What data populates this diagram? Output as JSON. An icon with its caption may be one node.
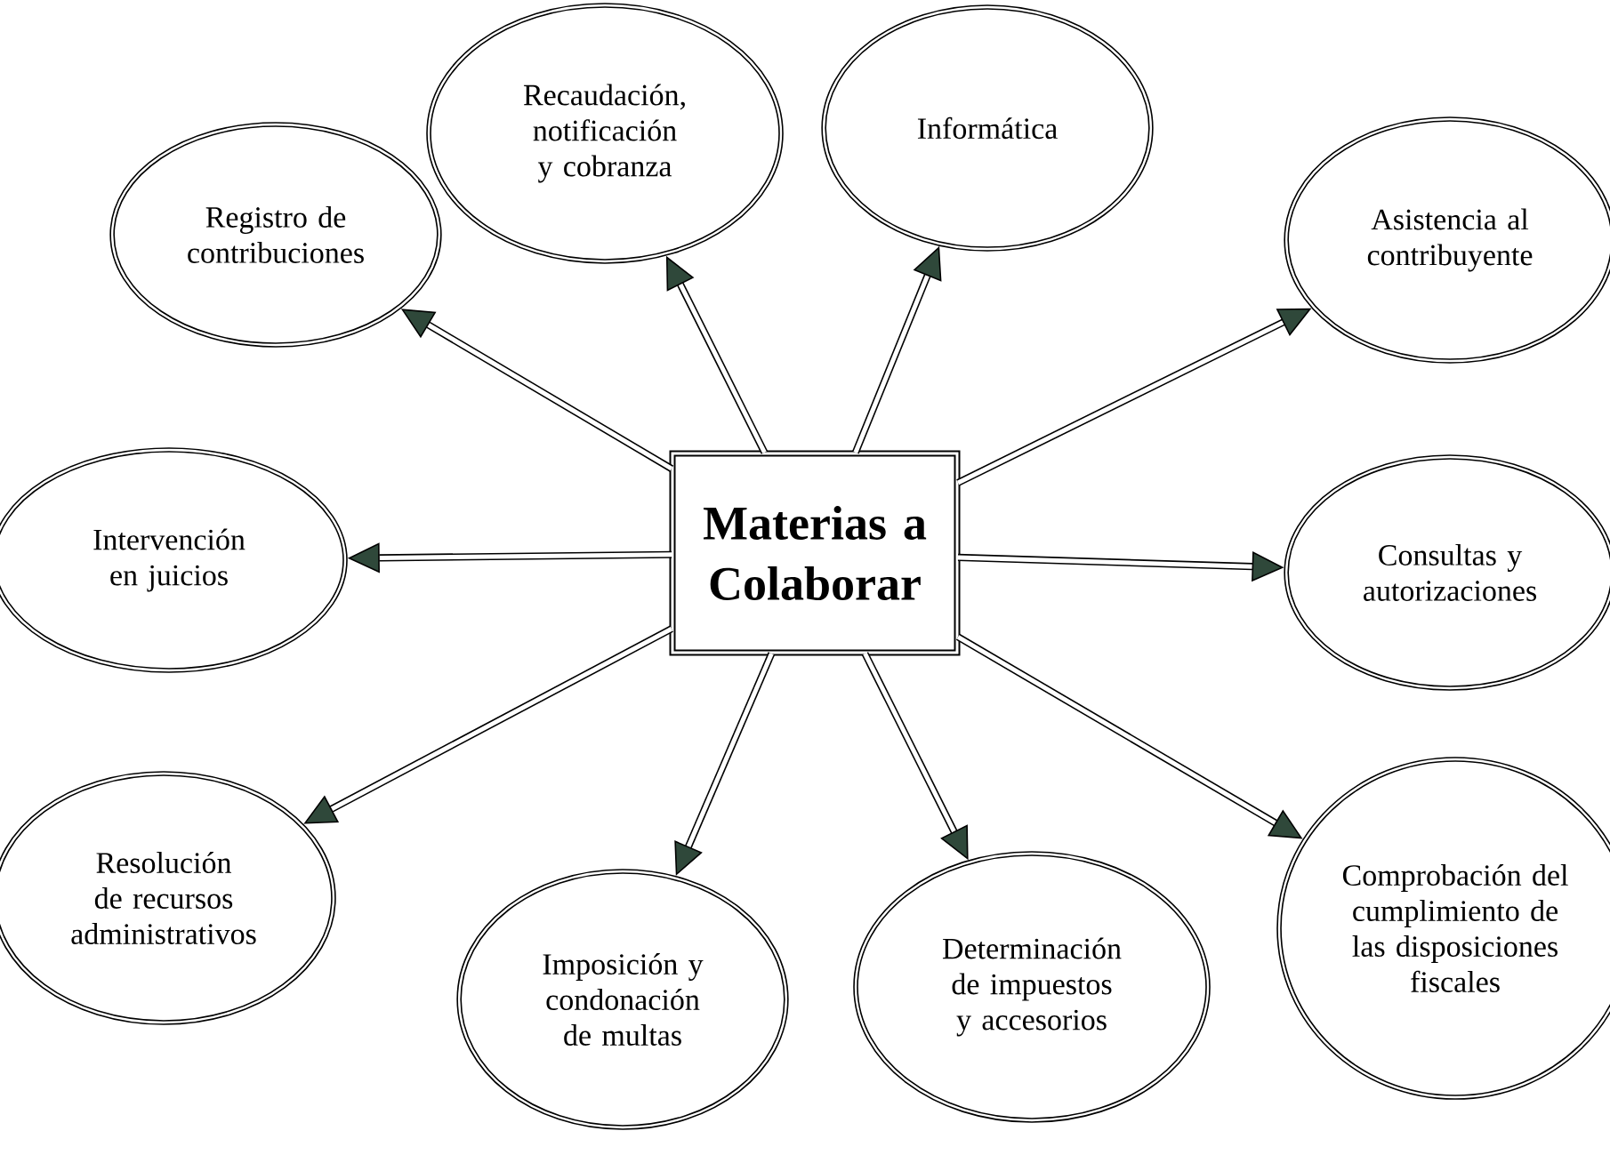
{
  "diagram": {
    "nodes": [
      {
        "text": [
          "Materias a Colaborar"
        ]
      },
      {
        "text": [
          "Registro de contribuciones"
        ]
      },
      {
        "text": [
          "Recaudación, notificación y cobranza"
        ]
      },
      {
        "text": [
          "Informática"
        ]
      },
      {
        "text": [
          "Asistencia al contribuyente"
        ]
      },
      {
        "text": [
          "Intervención en juicios"
        ]
      },
      {
        "text": [
          "Consultas y autorizaciones"
        ]
      },
      {
        "text": [
          "Resolución de recursos administrativos"
        ]
      },
      {
        "text": [
          "Imposición y condonación de multas"
        ]
      },
      {
        "text": [
          "Determinación de impuestos y accesorios"
        ]
      },
      {
        "text": [
          "Comprobación del cumplimiento de las disposiciones fiscales"
        ]
      }
    ],
    "edges": [
      {
        "from": 0,
        "to": 1,
        "arrow": "to"
      },
      {
        "from": 0,
        "to": 2,
        "arrow": "to"
      },
      {
        "from": 0,
        "to": 3,
        "arrow": "to"
      },
      {
        "from": 0,
        "to": 4,
        "arrow": "to"
      },
      {
        "from": 0,
        "to": 5,
        "arrow": "to"
      },
      {
        "from": 0,
        "to": 6,
        "arrow": "to"
      },
      {
        "from": 0,
        "to": 7,
        "arrow": "to"
      },
      {
        "from": 0,
        "to": 8,
        "arrow": "to"
      },
      {
        "from": 0,
        "to": 9,
        "arrow": "to"
      },
      {
        "from": 0,
        "to": 10,
        "arrow": "to"
      }
    ]
  }
}
